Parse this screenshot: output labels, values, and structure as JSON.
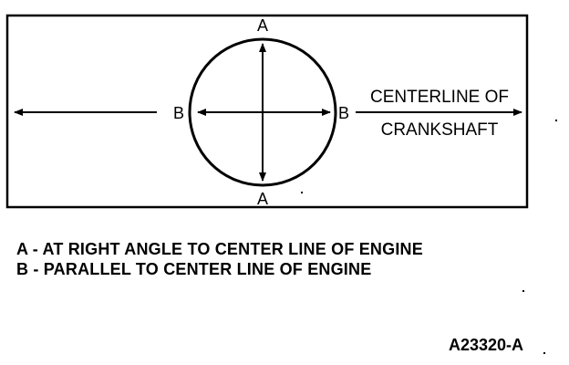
{
  "diagram": {
    "label_a": "A",
    "label_b": "B",
    "centerline_line1": "CENTERLINE OF",
    "centerline_line2": "CRANKSHAFT"
  },
  "legend": {
    "line_a": "A - AT RIGHT ANGLE TO CENTER LINE OF ENGINE",
    "line_b": "B - PARALLEL TO CENTER LINE OF ENGINE"
  },
  "figure_id": "A23320-A",
  "colors": {
    "ink": "#000000",
    "paper": "#ffffff"
  }
}
